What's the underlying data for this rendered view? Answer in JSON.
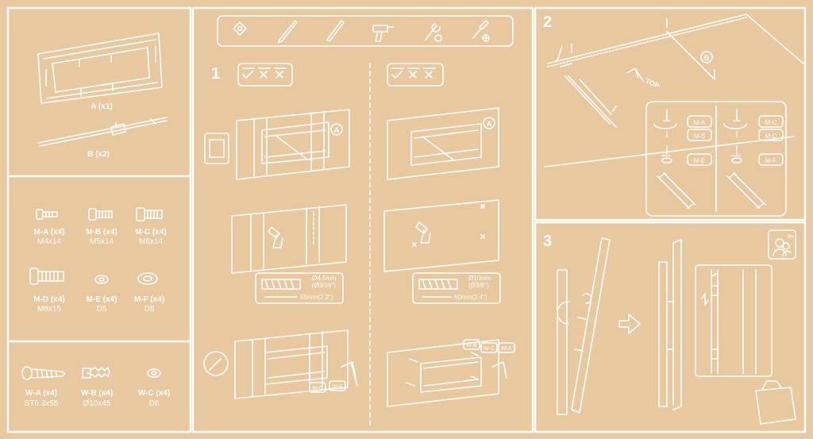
{
  "colors": {
    "background": "#e8c89f",
    "line": "#ffffff"
  },
  "parts_panel": {
    "bracket_a": "A (x1)",
    "bracket_b": "B (x2)",
    "screws": [
      {
        "name": "M-A (x4)",
        "size": "M4x14"
      },
      {
        "name": "M-B (x4)",
        "size": "M5x14"
      },
      {
        "name": "M-C (x4)",
        "size": "M6x14"
      },
      {
        "name": "M-D (x4)",
        "size": "M8x15"
      },
      {
        "name": "M-E (x4)",
        "size": "D5"
      },
      {
        "name": "M-F (x4)",
        "size": "D8"
      }
    ],
    "wall_hardware": [
      {
        "name": "W-A (x4)",
        "size": "ST6.3x55"
      },
      {
        "name": "W-B (x4)",
        "size": "Ø10x45"
      },
      {
        "name": "W-C (x4)",
        "size": "D6"
      }
    ]
  },
  "tools": [
    "stud-finder-icon",
    "pencil-icon",
    "marker-icon",
    "drill-icon",
    "wrench-icon",
    "screwdriver-icon"
  ],
  "step1": {
    "number": "1",
    "tag_a": "A",
    "wood": {
      "drill_diameter": "Ø4.5mm",
      "drill_inch": "(Ø3/16\")",
      "depth": "55mm(2.2\")",
      "tag_wc": "W-C",
      "tag_wa": "W-A"
    },
    "concrete": {
      "drill_diameter": "Ø10mm",
      "drill_inch": "(Ø3/8\")",
      "depth": "60mm(2.4\")",
      "tag_wb": "W-B",
      "tag_wc": "W-C",
      "tag_wa": "W-A"
    }
  },
  "step2": {
    "number": "2",
    "top_label": "TOP",
    "tag_b": "B",
    "left_tags": [
      "M-A",
      "M-B",
      "M-E"
    ],
    "right_tags": [
      "M-C",
      "M-D",
      "M-F"
    ]
  },
  "step3": {
    "number": "3",
    "people": "2+"
  }
}
